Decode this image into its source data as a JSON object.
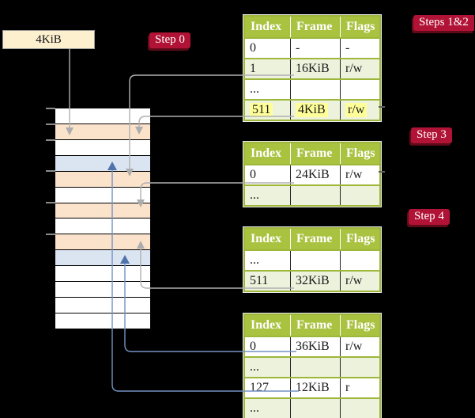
{
  "page_box": {
    "label": "4KiB"
  },
  "badges": {
    "step0": "Step 0",
    "steps12": "Steps 1&2",
    "step3": "Step 3",
    "step4": "Step 4"
  },
  "tables": [
    {
      "headers": [
        "Index",
        "Frame",
        "Flags"
      ],
      "rows": [
        [
          "0",
          "-",
          "-"
        ],
        [
          "1",
          "16KiB",
          "r/w"
        ],
        [
          "...",
          "",
          ""
        ],
        [
          "511",
          "4KiB",
          "r/w"
        ]
      ],
      "highlighted_row": "511"
    },
    {
      "headers": [
        "Index",
        "Frame",
        "Flags"
      ],
      "rows": [
        [
          "0",
          "24KiB",
          "r/w"
        ],
        [
          "...",
          "",
          ""
        ]
      ]
    },
    {
      "headers": [
        "Index",
        "Frame",
        "Flags"
      ],
      "rows": [
        [
          "...",
          "",
          ""
        ],
        [
          "511",
          "32KiB",
          "r/w"
        ]
      ]
    },
    {
      "headers": [
        "Index",
        "Frame",
        "Flags"
      ],
      "rows": [
        [
          "0",
          "36KiB",
          "r/w"
        ],
        [
          "...",
          "",
          ""
        ],
        [
          "127",
          "12KiB",
          "r"
        ],
        [
          "...",
          "",
          ""
        ]
      ]
    }
  ],
  "memory": {
    "rows": [
      "white",
      "peach",
      "white",
      "blue",
      "peach",
      "white",
      "peach",
      "white",
      "peach",
      "blue",
      "white",
      "white",
      "white",
      "white"
    ]
  },
  "colors": {
    "background": "#000000",
    "table_header_green": "#a9c23f",
    "table_border_olive": "#9db73a",
    "row_light_green": "#edf2dc",
    "highlight_yellow": "#ffff99",
    "memory_peach": "#fbe3cb",
    "memory_blue": "#dbe5f2",
    "page_box_cream": "#fcf0cf",
    "badge_red": "#b01335",
    "badge_shadow": "#5f0a18",
    "gray_arrow": "#adadad",
    "blue_arrow": "#4f73aa"
  }
}
